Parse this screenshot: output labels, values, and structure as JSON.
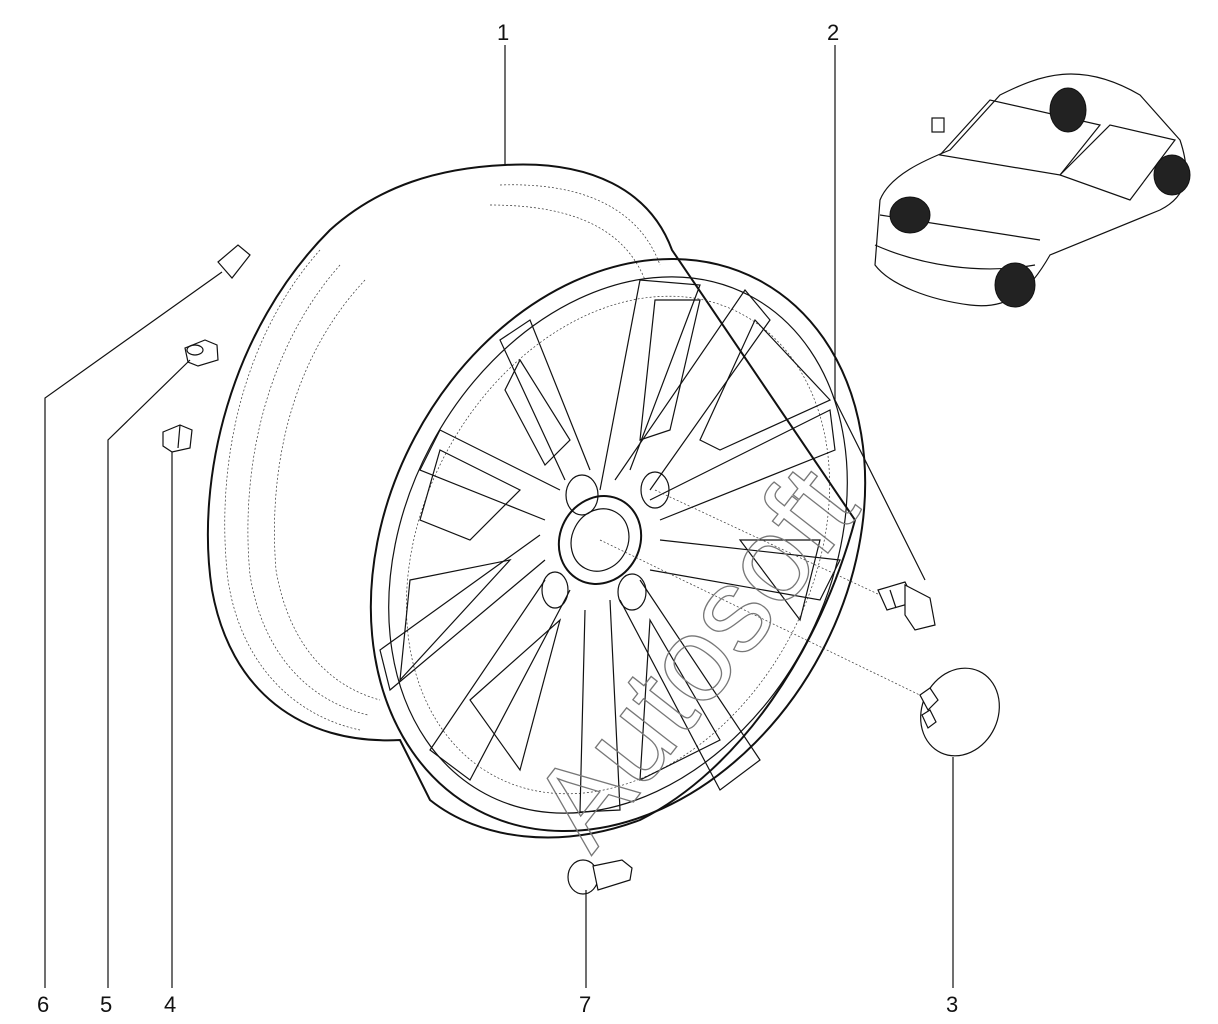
{
  "watermark": "Autosoft",
  "callouts": [
    {
      "id": "1",
      "label": "1"
    },
    {
      "id": "2",
      "label": "2"
    },
    {
      "id": "3",
      "label": "3"
    },
    {
      "id": "4",
      "label": "4"
    },
    {
      "id": "5",
      "label": "5"
    },
    {
      "id": "6",
      "label": "6"
    },
    {
      "id": "7",
      "label": "7"
    }
  ]
}
